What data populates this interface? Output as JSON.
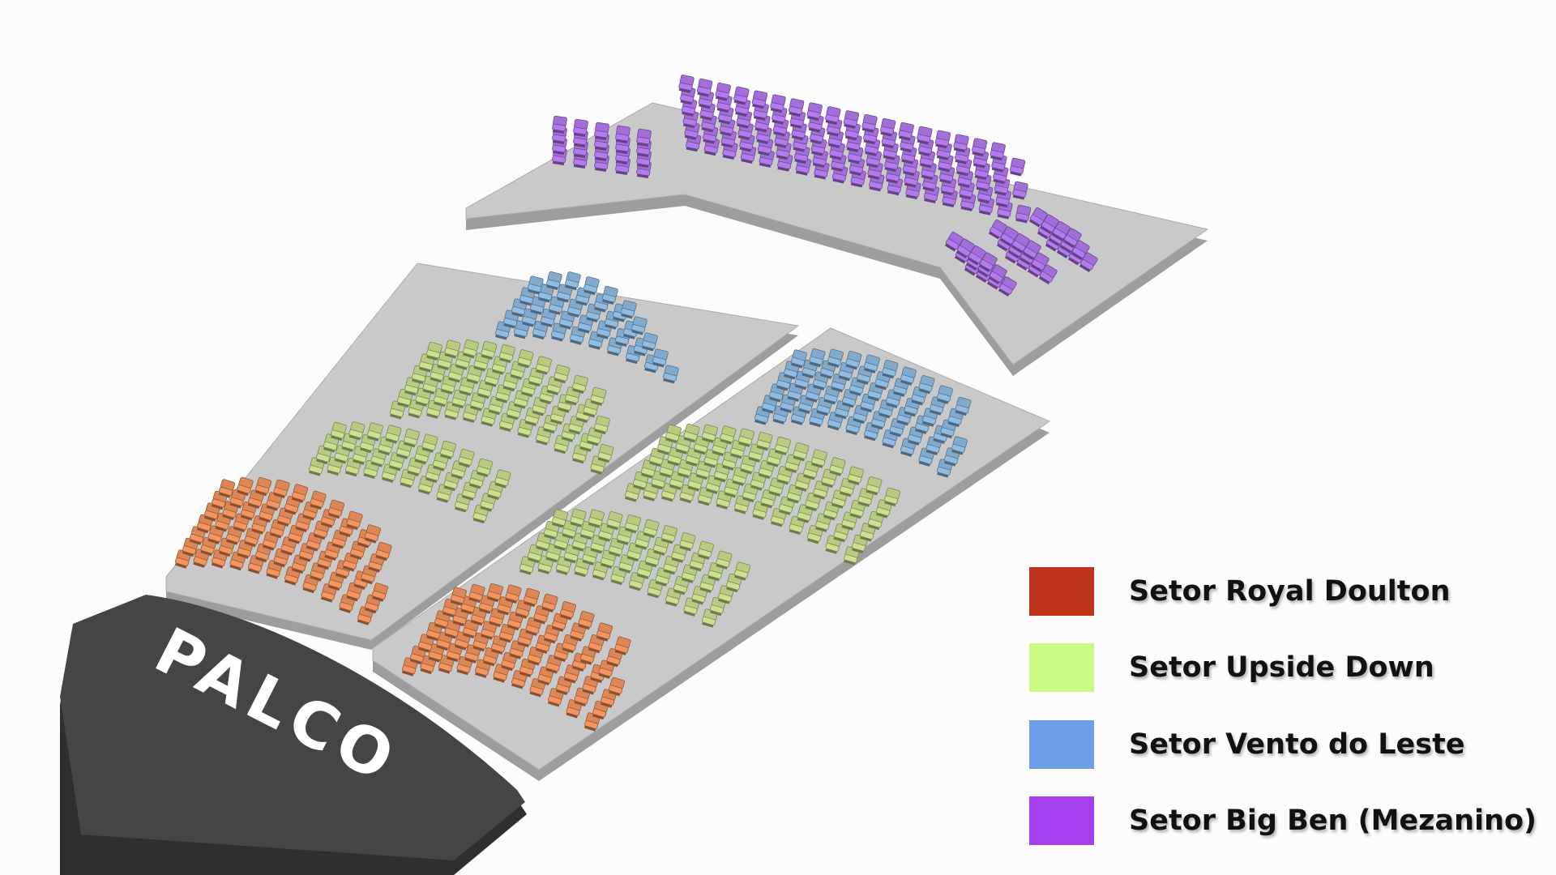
{
  "stage": {
    "label": "PALCO",
    "fill": "#454545"
  },
  "sectors": [
    {
      "id": "royal-doulton",
      "name": "Setor Royal Doulton",
      "legend_color": "#c0341d",
      "seat_color": "#f5955f"
    },
    {
      "id": "upside-down",
      "name": "Setor Upside Down",
      "legend_color": "#ccf784",
      "seat_color": "#cde08f"
    },
    {
      "id": "vento-do-leste",
      "name": "Setor Vento do Leste",
      "legend_color": "#6f9ee8",
      "seat_color": "#8fbde3"
    },
    {
      "id": "big-ben",
      "name": "Setor Big Ben (Mezanino)",
      "legend_color": "#a33ff0",
      "seat_color": "#b47af0"
    }
  ],
  "platform_color": "#c9c9c9"
}
